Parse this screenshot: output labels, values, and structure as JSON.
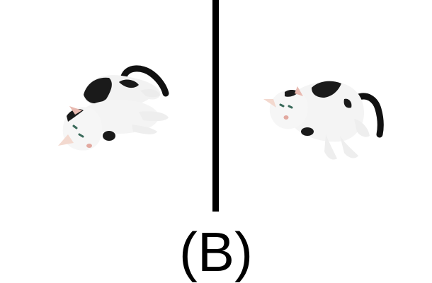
{
  "figure": {
    "caption": "(B)",
    "background_color": "#ffffff",
    "divider_color": "#000000",
    "panels": [
      {
        "subject": "cat",
        "fur_colors": [
          "#ffffff",
          "#1a1a1a"
        ]
      },
      {
        "subject": "cat",
        "fur_colors": [
          "#ffffff",
          "#1a1a1a"
        ]
      }
    ]
  }
}
